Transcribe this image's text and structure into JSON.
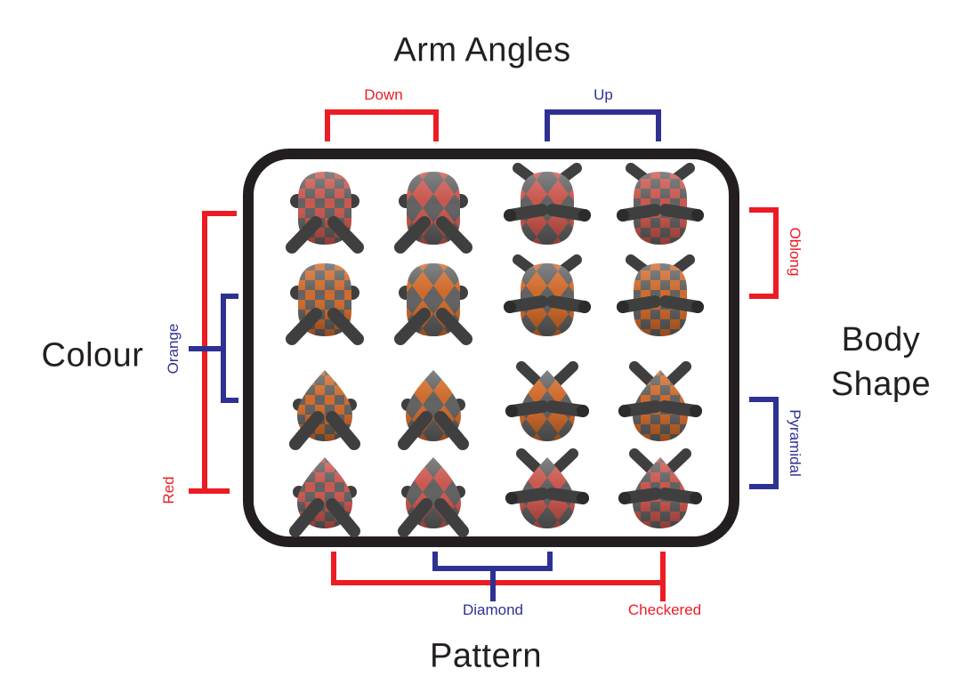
{
  "figure": {
    "top_axis": {
      "title": "Arm Angles",
      "levels": [
        {
          "label": "Down",
          "color": "#ec1c24"
        },
        {
          "label": "Up",
          "color": "#2e3192"
        }
      ]
    },
    "left_axis": {
      "title": "Colour",
      "levels": [
        {
          "label": "Orange",
          "color": "#2e3192"
        },
        {
          "label": "Red",
          "color": "#ec1c24"
        }
      ]
    },
    "right_axis": {
      "title_line1": "Body",
      "title_line2": "Shape",
      "levels": [
        {
          "label": "Oblong",
          "color": "#ec1c24"
        },
        {
          "label": "Pyramidal",
          "color": "#2e3192"
        }
      ]
    },
    "bottom_axis": {
      "title": "Pattern",
      "levels": [
        {
          "label": "Diamond",
          "color": "#2e3192"
        },
        {
          "label": "Checkered",
          "color": "#ec1c24"
        }
      ]
    }
  },
  "colors": {
    "accent_red": "#ec1c24",
    "accent_blue": "#2e3192",
    "ink_black": "#231f20",
    "body_red": "#c9574e",
    "body_orange": "#cf6a2b",
    "pattern_gray": "#616161",
    "limb_gray": "#3f3f3f",
    "limb_tip": "#2c2c2c"
  },
  "grid": {
    "columns": [
      {
        "arm_angle": "Down",
        "pattern": "Checkered"
      },
      {
        "arm_angle": "Down",
        "pattern": "Diamond"
      },
      {
        "arm_angle": "Up",
        "pattern": "Diamond"
      },
      {
        "arm_angle": "Up",
        "pattern": "Checkered"
      }
    ],
    "rows": [
      {
        "colour": "Red",
        "body_shape": "Oblong"
      },
      {
        "colour": "Orange",
        "body_shape": "Oblong"
      },
      {
        "colour": "Orange",
        "body_shape": "Pyramidal"
      },
      {
        "colour": "Red",
        "body_shape": "Pyramidal"
      }
    ],
    "cells": [
      [
        {
          "colour": "Red",
          "body_shape": "Oblong",
          "pattern": "Checkered",
          "arm_angle": "Down"
        },
        {
          "colour": "Red",
          "body_shape": "Oblong",
          "pattern": "Diamond",
          "arm_angle": "Down"
        },
        {
          "colour": "Red",
          "body_shape": "Oblong",
          "pattern": "Diamond",
          "arm_angle": "Up"
        },
        {
          "colour": "Red",
          "body_shape": "Oblong",
          "pattern": "Checkered",
          "arm_angle": "Up"
        }
      ],
      [
        {
          "colour": "Orange",
          "body_shape": "Oblong",
          "pattern": "Checkered",
          "arm_angle": "Down"
        },
        {
          "colour": "Orange",
          "body_shape": "Oblong",
          "pattern": "Diamond",
          "arm_angle": "Down"
        },
        {
          "colour": "Orange",
          "body_shape": "Oblong",
          "pattern": "Diamond",
          "arm_angle": "Up"
        },
        {
          "colour": "Orange",
          "body_shape": "Oblong",
          "pattern": "Checkered",
          "arm_angle": "Up"
        }
      ],
      [
        {
          "colour": "Orange",
          "body_shape": "Pyramidal",
          "pattern": "Checkered",
          "arm_angle": "Down"
        },
        {
          "colour": "Orange",
          "body_shape": "Pyramidal",
          "pattern": "Diamond",
          "arm_angle": "Down"
        },
        {
          "colour": "Orange",
          "body_shape": "Pyramidal",
          "pattern": "Diamond",
          "arm_angle": "Up"
        },
        {
          "colour": "Orange",
          "body_shape": "Pyramidal",
          "pattern": "Checkered",
          "arm_angle": "Up"
        }
      ],
      [
        {
          "colour": "Red",
          "body_shape": "Pyramidal",
          "pattern": "Checkered",
          "arm_angle": "Down"
        },
        {
          "colour": "Red",
          "body_shape": "Pyramidal",
          "pattern": "Diamond",
          "arm_angle": "Down"
        },
        {
          "colour": "Red",
          "body_shape": "Pyramidal",
          "pattern": "Diamond",
          "arm_angle": "Up"
        },
        {
          "colour": "Red",
          "body_shape": "Pyramidal",
          "pattern": "Checkered",
          "arm_angle": "Up"
        }
      ]
    ]
  }
}
